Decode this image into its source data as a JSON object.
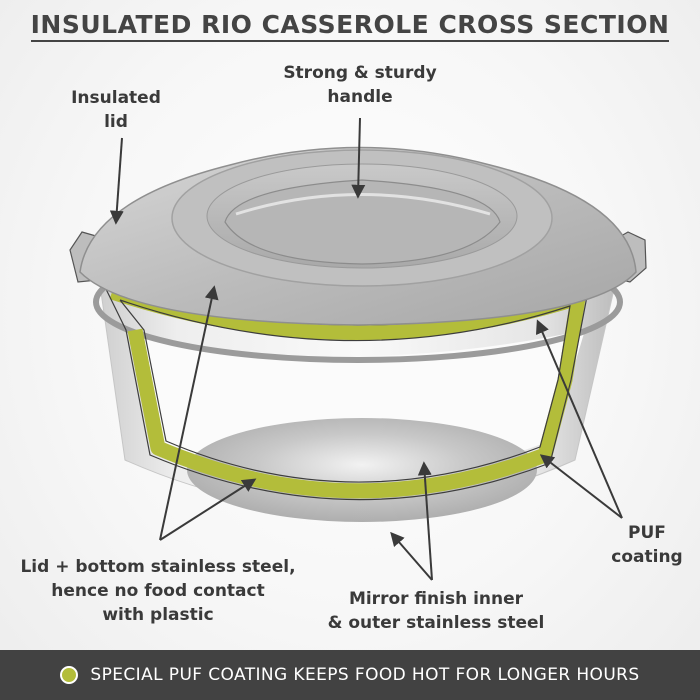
{
  "title": "INSULATED RIO CASSEROLE CROSS SECTION",
  "labels": {
    "insulated_lid": [
      "Insulated",
      "lid"
    ],
    "handle": [
      "Strong & sturdy",
      "handle"
    ],
    "lid_bottom": [
      "Lid + bottom stainless steel,",
      "hence no food contact",
      "with plastic"
    ],
    "mirror": [
      "Mirror finish inner",
      "& outer stainless steel"
    ],
    "puf": [
      "PUF",
      "coating"
    ]
  },
  "footer": {
    "text": "SPECIAL PUF COATING KEEPS FOOD HOT FOR LONGER HOURS",
    "dot_color": "#b3bd3a"
  },
  "colors": {
    "puf_coating": "#b3bd3a",
    "steel": "#c4c4c4",
    "footer_bg": "#424242"
  }
}
